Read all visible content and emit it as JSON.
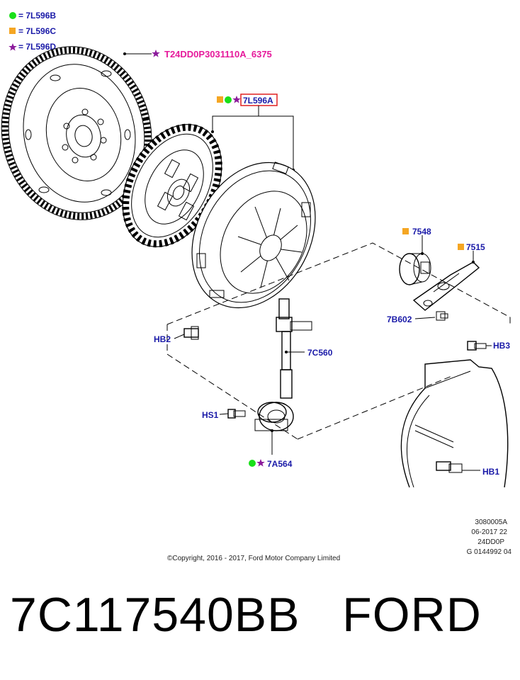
{
  "legend": [
    {
      "symbol": "green-circle",
      "label": "= 7L596B",
      "color": "#19e019"
    },
    {
      "symbol": "orange-square",
      "label": "= 7L596C",
      "color": "#f5a623"
    },
    {
      "symbol": "purple-star",
      "label": "= 7L596D",
      "color": "#8b1a9b"
    }
  ],
  "callouts": {
    "flywheel": "T24DD0P3031110A_6375",
    "clutch_kit": "7L596A",
    "bearing": "7548",
    "fork": "7515",
    "fork_bolt": "7B602",
    "tube": "7C560",
    "hb2": "HB2",
    "hb3": "HB3",
    "hb1": "HB1",
    "hs1": "HS1",
    "slave": "7A564"
  },
  "ref_block": [
    "3080005A",
    "06-2017 22",
    "24DD0P",
    "G 0144992 04"
  ],
  "copyright": "©Copyright, 2016 - 2017, Ford Motor Company Limited",
  "part_title": "7C117540BB   FORD",
  "colors": {
    "label_blue": "#1a1aa8",
    "label_magenta": "#e6199b",
    "box_red": "#e02020"
  }
}
